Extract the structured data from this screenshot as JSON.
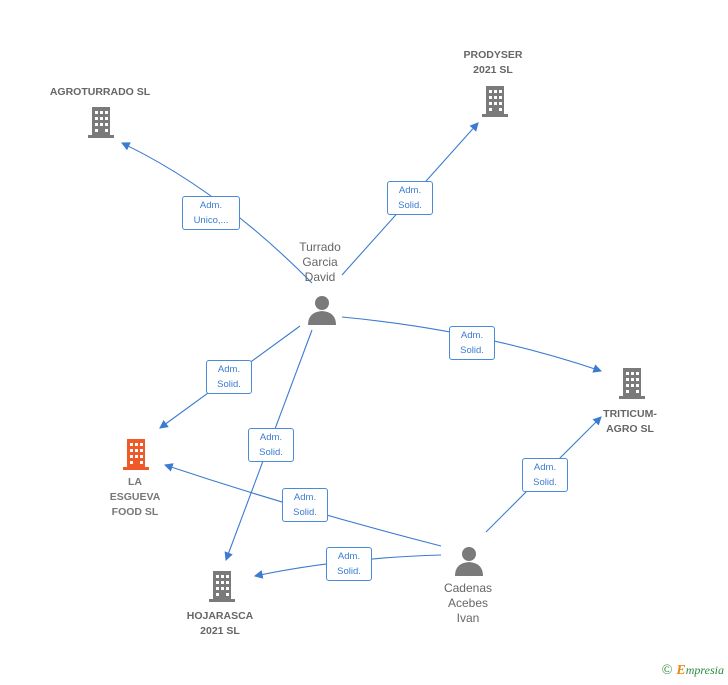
{
  "nodes": {
    "agroturrado": {
      "label": "AGROTURRADO SL"
    },
    "prodyser": {
      "label": "PRODYSER\n2021  SL"
    },
    "turrado": {
      "label": "Turrado\nGarcia\nDavid"
    },
    "triticum": {
      "label": "TRITICUM-\nAGRO  SL"
    },
    "laesgueva": {
      "label": "LA\nESGUEVA\nFOOD  SL"
    },
    "hojarasca": {
      "label": "HOJARASCA\n2021  SL"
    },
    "cadenas": {
      "label": "Cadenas\nAcebes\nIvan"
    }
  },
  "edges": {
    "e1": "Adm.\nUnico,...",
    "e2": "Adm.\nSolid.",
    "e3": "Adm.\nSolid.",
    "e4": "Adm.\nSolid.",
    "e5": "Adm.\nSolid.",
    "e6": "Adm.\nSolid.",
    "e7": "Adm.\nSolid.",
    "e8": "Adm.\nSolid."
  },
  "colors": {
    "edge": "#3b7bd1",
    "company": "#7a7a7a",
    "focus_company": "#f05a28",
    "person": "#7a7a7a"
  },
  "footer": {
    "copyright": "©",
    "brand_initial": "E",
    "brand_rest": "mpresia"
  }
}
